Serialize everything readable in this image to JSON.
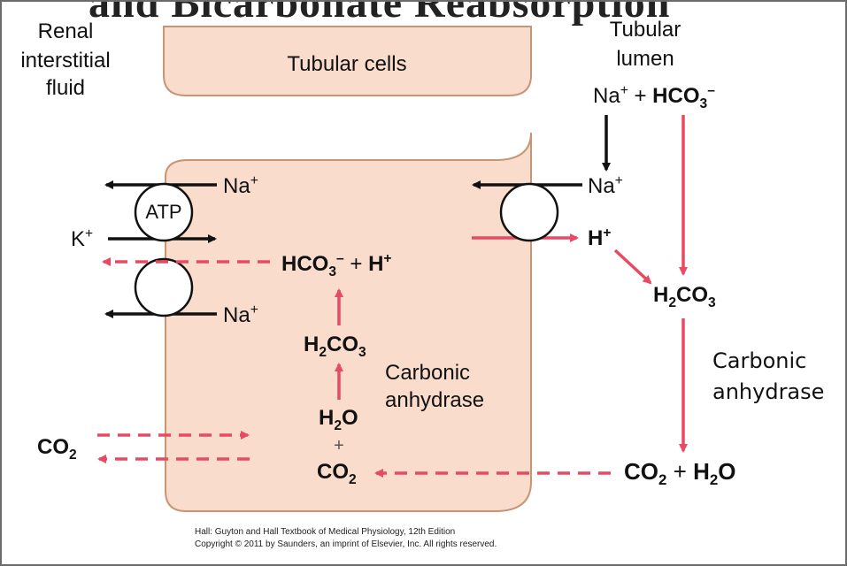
{
  "heading_partial": "and Bicarbonate Reabsorption",
  "labels": {
    "renal_fluid_1": "Renal",
    "renal_fluid_2": "interstitial",
    "renal_fluid_3": "fluid",
    "tubular_cells": "Tubular cells",
    "tubular_lumen_1": "Tubular",
    "tubular_lumen_2": "lumen",
    "atp": "ATP",
    "carbonic_anhydrase_cell_1": "Carbonic",
    "carbonic_anhydrase_cell_2": "anhydrase",
    "carbonic_anhydrase_lumen_1": "Carbonic",
    "carbonic_anhydrase_lumen_2": "anhydrase",
    "plus": "+"
  },
  "species": {
    "na": "Na",
    "k": "K",
    "h": "H",
    "hco": "HCO",
    "co": "CO",
    "h2o_h": "H",
    "h2o_o": "O",
    "h2co_h": "H",
    "h2co_co": "CO",
    "charge_plus": "+",
    "charge_minus": "–",
    "sub_2": "2",
    "sub_3": "3"
  },
  "credit": {
    "line1": "Hall: Guyton and Hall Textbook of Medical Physiology, 12th Edition",
    "line2": "Copyright © 2011 by Saunders, an imprint of Elsevier, Inc. All rights reserved."
  },
  "colors": {
    "cell_fill": "#f9dccb",
    "cell_stroke": "#c89574",
    "red_arrow": "#e84a64",
    "black_arrow": "#111111",
    "frame": "#6b6b6b"
  }
}
